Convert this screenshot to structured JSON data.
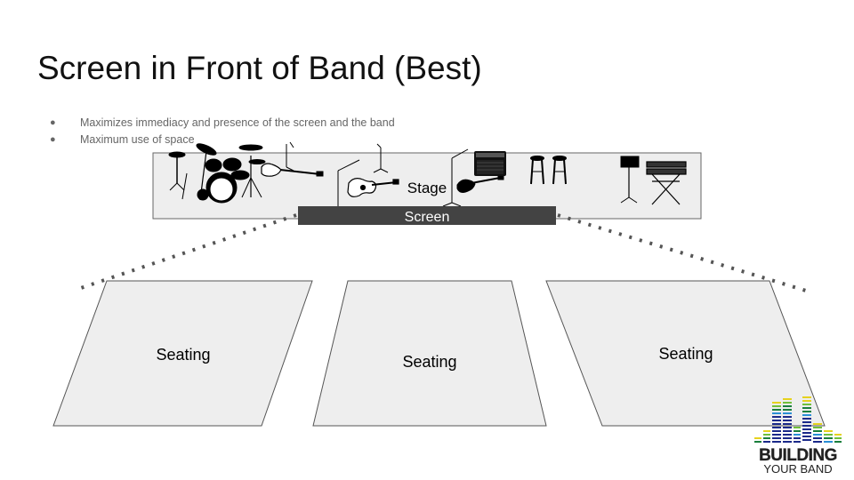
{
  "slide": {
    "title": "Screen in Front of Band (Best)",
    "bullets": [
      "Maximizes immediacy and presence of the screen and the band",
      "Maximum use of space"
    ]
  },
  "diagram": {
    "stage_label": "Stage",
    "screen_label": "Screen",
    "seating": [
      {
        "label": "Seating"
      },
      {
        "label": "Seating"
      },
      {
        "label": "Seating"
      }
    ],
    "instruments": [
      "drum-kit-icon",
      "bass-guitar-icon",
      "mic-stand-icon",
      "acoustic-guitar-icon",
      "electric-guitar-icon",
      "amplifier-icon",
      "bar-stool-icon",
      "music-stand-icon",
      "keyboard-icon"
    ]
  },
  "logo": {
    "line1": "BUILDING",
    "line2": "YOUR BAND",
    "colors": [
      "#1b2a8a",
      "#1a7f3c",
      "#6fbf3a",
      "#e6d21e",
      "#2a8fd6"
    ]
  },
  "colors": {
    "stage_fill": "#eeeeee",
    "stage_border": "#666666",
    "screen_fill": "#434343",
    "seating_fill": "#eeeeee",
    "dotted_line": "#555555"
  }
}
